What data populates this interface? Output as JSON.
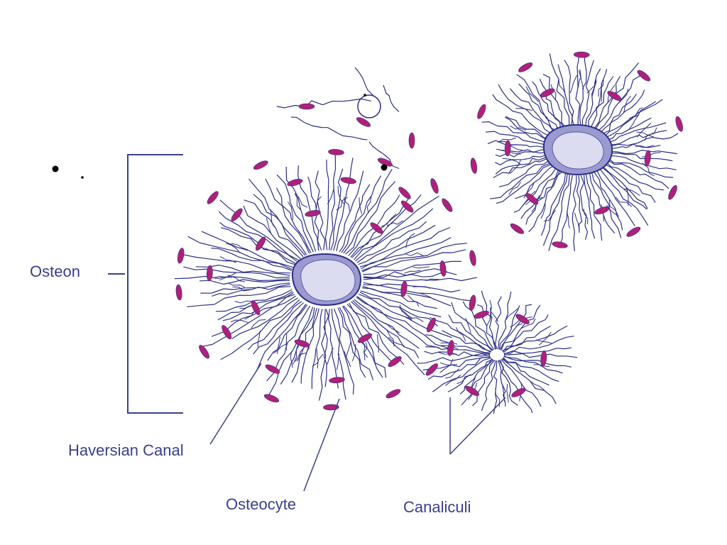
{
  "diagram": {
    "labels": {
      "osteon": "Osteon",
      "haversian_canal": "Haversian Canal",
      "osteocyte": "Osteocyte",
      "canaliculi": "Canaliculi"
    },
    "colors": {
      "line": "#2c2f86",
      "label": "#3a3f8f",
      "osteocyte": "#b0207a",
      "canal_ring": "#9a9ad0",
      "canal_fill": "#dcdcf0"
    }
  }
}
